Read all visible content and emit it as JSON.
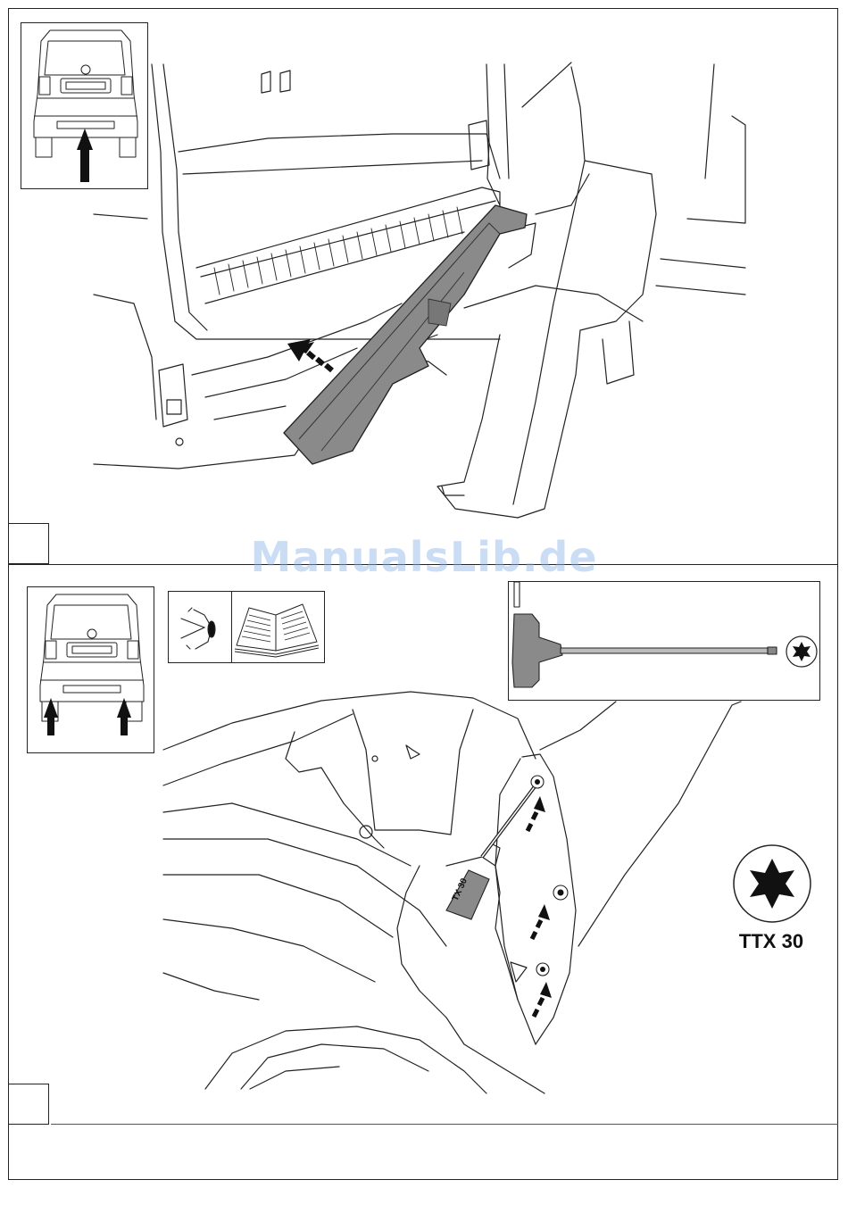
{
  "watermark": {
    "text": "ManualsLib.de"
  },
  "step_labels": {
    "step1": "",
    "step2": ""
  },
  "torx": {
    "label": "TTX 30"
  },
  "tool_handle_marking": "TX 30",
  "colors": {
    "line": "#222222",
    "part_fill": "#8a8a8a",
    "arrow": "#111111",
    "watermark": "#8cb4e6"
  },
  "icons": {
    "eye": "eye-icon",
    "book": "manual-book-icon",
    "torx_bit": "torx-star-icon",
    "insert_arrow": "insert-arrow-icon",
    "screw_arrow": "screw-arrow-icon"
  }
}
